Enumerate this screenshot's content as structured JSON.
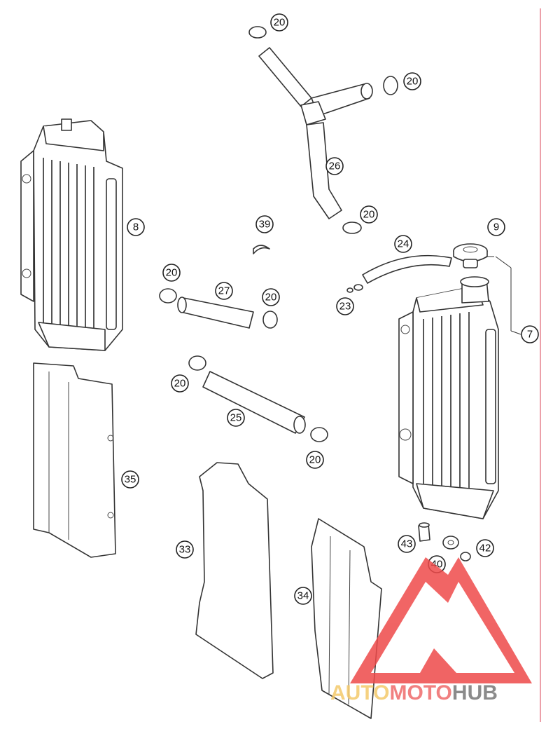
{
  "callouts": [
    {
      "id": "c20a",
      "label": "20"
    },
    {
      "id": "c20b",
      "label": "20"
    },
    {
      "id": "c26",
      "label": "26"
    },
    {
      "id": "c20c",
      "label": "20"
    },
    {
      "id": "c8",
      "label": "8"
    },
    {
      "id": "c39",
      "label": "39"
    },
    {
      "id": "c9",
      "label": "9"
    },
    {
      "id": "c24",
      "label": "24"
    },
    {
      "id": "c20d",
      "label": "20"
    },
    {
      "id": "c27",
      "label": "27"
    },
    {
      "id": "c20e",
      "label": "20"
    },
    {
      "id": "c23",
      "label": "23"
    },
    {
      "id": "c7",
      "label": "7"
    },
    {
      "id": "c20f",
      "label": "20"
    },
    {
      "id": "c25",
      "label": "25"
    },
    {
      "id": "c35",
      "label": "35"
    },
    {
      "id": "c20g",
      "label": "20"
    },
    {
      "id": "c33",
      "label": "33"
    },
    {
      "id": "c43",
      "label": "43"
    },
    {
      "id": "c42",
      "label": "42"
    },
    {
      "id": "c40",
      "label": "40"
    },
    {
      "id": "c34",
      "label": "34"
    }
  ],
  "watermark": {
    "part1": "AUTO",
    "part2": "MOTO",
    "part3": "HUB",
    "color_logo": "#ee4a4a",
    "color_auto": "#f4c96b",
    "color_moto": "#ef6b6b",
    "color_hub": "#777777"
  },
  "colors": {
    "line": "#333333",
    "margin_line": "#e06070"
  }
}
